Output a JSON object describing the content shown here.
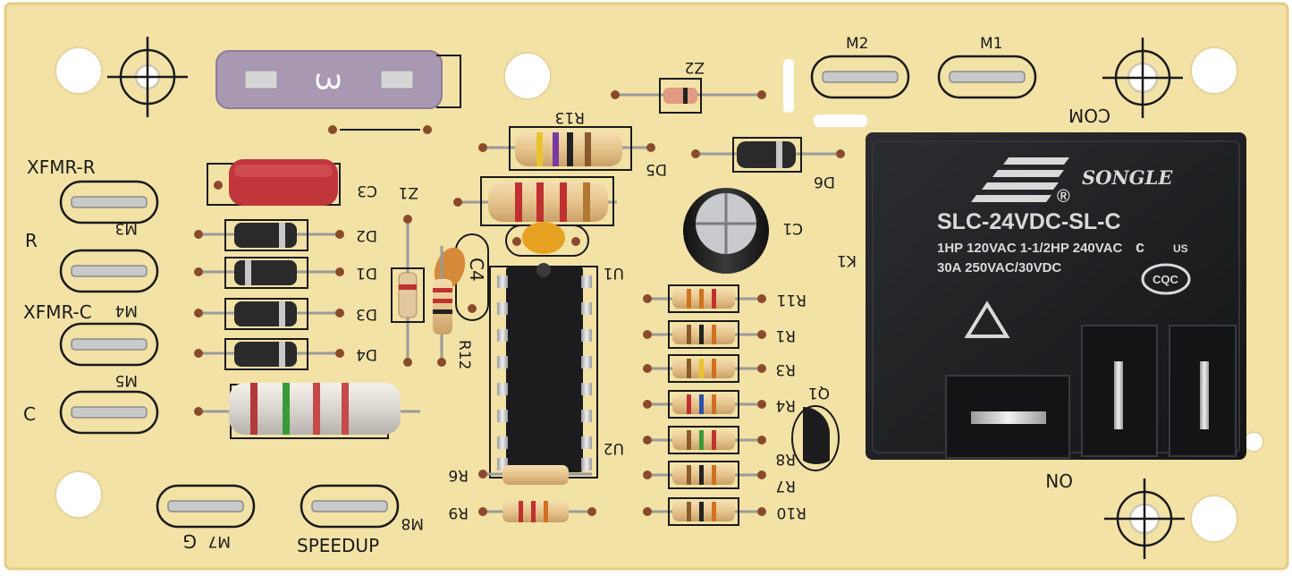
{
  "board": {
    "colors": {
      "pcb": "#f3e2a6",
      "pcb_edge": "#ecd48f",
      "relay": "#1f2022",
      "fuse": "#a898b2",
      "capacitor_c3": "#c0363a",
      "capacitor_c4": "#d7893a",
      "diode_body": "#2a2a2a"
    },
    "labels": {
      "xfmr_r": "XFMR-R",
      "r": "R",
      "xfmr_c": "XFMR-C",
      "c": "C",
      "m3": "M3",
      "m4": "M4",
      "m5": "M5",
      "m1": "M1",
      "m2": "M2",
      "m7": "M7",
      "m8": "M8",
      "g": "G",
      "speedup": "SPEEDUP",
      "com": "COM",
      "on": "ON",
      "c1": "C1",
      "c3": "C3",
      "c4": "C4",
      "d1": "D1",
      "d2": "D2",
      "d3": "D3",
      "d4": "D4",
      "d5": "D5",
      "d6": "D6",
      "z1": "Z1",
      "z2": "Z2",
      "r1": "R1",
      "r3": "R3",
      "r4": "R4",
      "r6": "R6",
      "r7": "R7",
      "r8": "R8",
      "r9": "R9",
      "r10": "R10",
      "r11": "R11",
      "r12": "R12",
      "r13": "R13",
      "u1": "U1",
      "u2": "U2",
      "q1": "Q1",
      "k1": "K1"
    },
    "fuse_value": "3",
    "relay": {
      "brand": "SONGLE",
      "registered": "®",
      "model": "SLC-24VDC-SL-C",
      "rating1": "1HP 120VAC 1-1/2HP 240VAC",
      "rating2": "30A 250VAC/30VDC",
      "cert1": "c",
      "cert1b": "US",
      "cert2": "CQC"
    }
  }
}
